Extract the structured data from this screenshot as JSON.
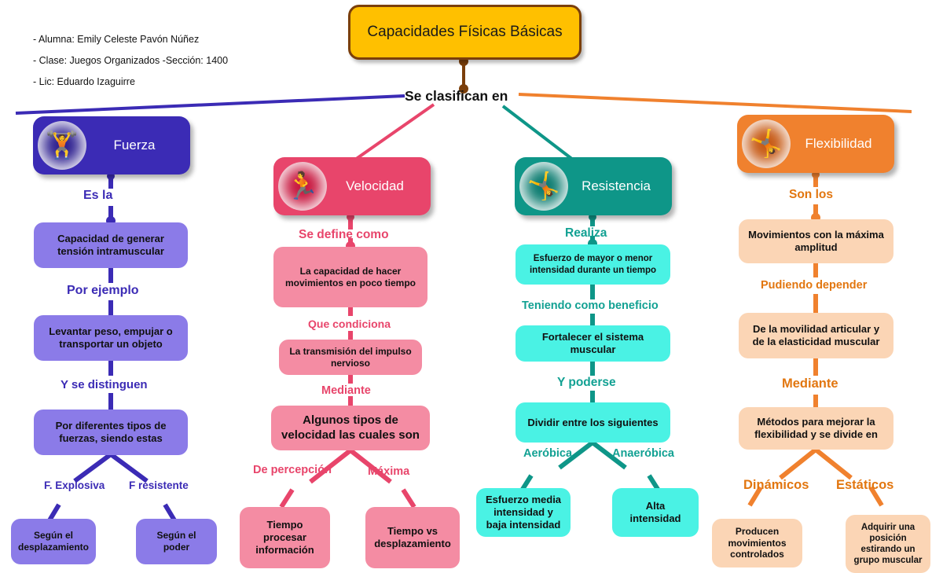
{
  "meta_lines": [
    "- Alumna: Emily Celeste Pavón Núñez",
    "- Clase: Juegos Organizados   -Sección: 1400",
    "- Lic: Eduardo Izaguirre"
  ],
  "title": "Capacidades Físicas Básicas",
  "classify_label": "Se clasifican en",
  "colors": {
    "title_fill": "#FFC000",
    "title_border": "#7B3F0B",
    "fuerza": "#3B2BB5",
    "fuerza_light": "#8B7BE8",
    "velocidad": "#E8456B",
    "velocidad_light": "#F48CA3",
    "resistencia": "#0E9688",
    "resistencia_light": "#4AF2E4",
    "flexibilidad": "#F0812E",
    "flexibilidad_light": "#FBD5B5"
  },
  "branches": {
    "fuerza": {
      "head": "Fuerza",
      "icon": "weightlifter-icon",
      "icon_glyph": "🏋",
      "link1": "Es la",
      "box1": "Capacidad de generar tensión intramuscular",
      "link2": "Por ejemplo",
      "box2": "Levantar peso, empujar o transportar un objeto",
      "link3": "Y se distinguen",
      "box3": "Por diferentes tipos de fuerzas, siendo estas",
      "leaf_label_left": "F. Explosiva",
      "leaf_label_right": "F resistente",
      "leaf_left": "Según el desplazamiento",
      "leaf_right": "Según el poder"
    },
    "velocidad": {
      "head": "Velocidad",
      "icon": "runner-icon",
      "icon_glyph": "🏃",
      "link1": "Se define como",
      "box1": "La capacidad de hacer movimientos en poco tiempo",
      "link2": "Que condiciona",
      "box2": "La transmisión del impulso nervioso",
      "link3": "Mediante",
      "box3": "Algunos tipos de velocidad las cuales son",
      "leaf_label_left": "De percepción",
      "leaf_label_right": "Máxima",
      "leaf_left": "Tiempo procesar información",
      "leaf_right": "Tiempo vs desplazamiento"
    },
    "resistencia": {
      "head": "Resistencia",
      "icon": "stretching-woman-icon",
      "icon_glyph": "🤸",
      "link1": "Realiza",
      "box1": "Esfuerzo de mayor o menor intensidad durante un tiempo",
      "link2": "Teniendo como beneficio",
      "box2": "Fortalecer el sistema muscular",
      "link3": "Y poderse",
      "box3": "Dividir entre los siguientes",
      "leaf_label_left": "Aeróbica",
      "leaf_label_right": "Anaeróbica",
      "leaf_left": "Esfuerzo media intensidad y baja intensidad",
      "leaf_right": "Alta intensidad"
    },
    "flexibilidad": {
      "head": "Flexibilidad",
      "icon": "yoga-stretch-icon",
      "icon_glyph": "🤸",
      "link1": "Son los",
      "box1": "Movimientos con la máxima amplitud",
      "link2": "Pudiendo depender",
      "box2": "De la movilidad articular y de la elasticidad muscular",
      "link3": "Mediante",
      "box3": "Métodos para mejorar la flexibilidad y se divide en",
      "leaf_label_left": "Dinámicos",
      "leaf_label_right": "Estáticos",
      "leaf_left": "Producen movimientos controlados",
      "leaf_right": "Adquirir una posición estirando un grupo muscular"
    }
  }
}
